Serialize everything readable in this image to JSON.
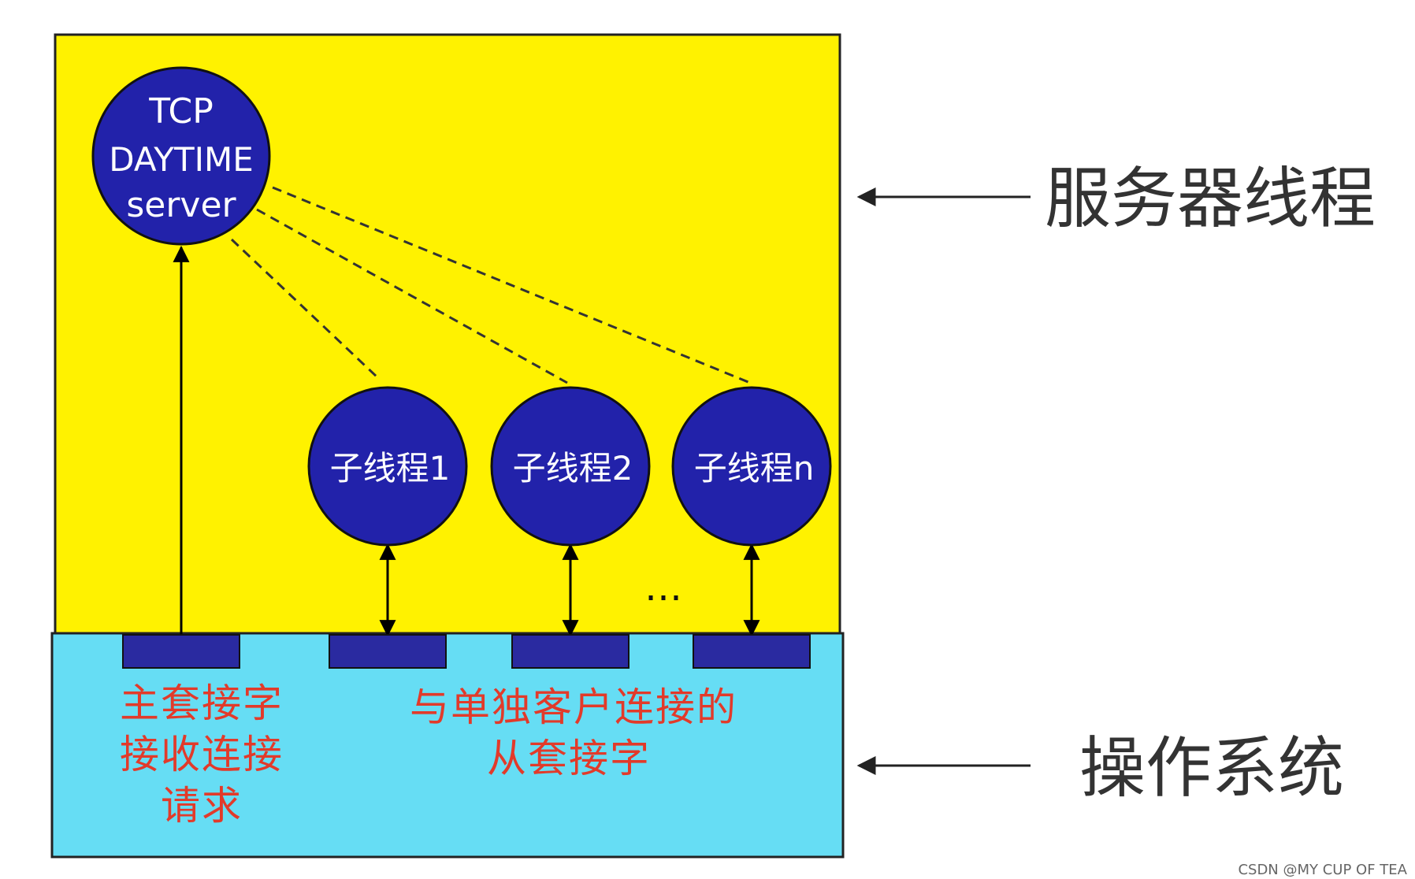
{
  "server_node": {
    "line1": "TCP",
    "line2": "DAYTIME",
    "line3": "server"
  },
  "child_threads": [
    {
      "label": "子线程1"
    },
    {
      "label": "子线程2"
    },
    {
      "label": "子线程n"
    }
  ],
  "ellipsis": "…",
  "master_socket_label": {
    "line1": "主套接字",
    "line2": "接收连接",
    "line3": "请求"
  },
  "slave_socket_label": {
    "line1": "与单独客户连接的",
    "line2": "从套接字"
  },
  "side_labels": {
    "server_threads": "服务器线程",
    "operating_system": "操作系统"
  },
  "watermark": "CSDN @MY CUP OF TEA",
  "colors": {
    "server_area": "#FFF200",
    "os_area": "#66DDF4",
    "node_fill": "#2222AA",
    "socket_fill": "#2A2AA0",
    "socket_text": "#E23A2A",
    "side_text": "#333333"
  }
}
